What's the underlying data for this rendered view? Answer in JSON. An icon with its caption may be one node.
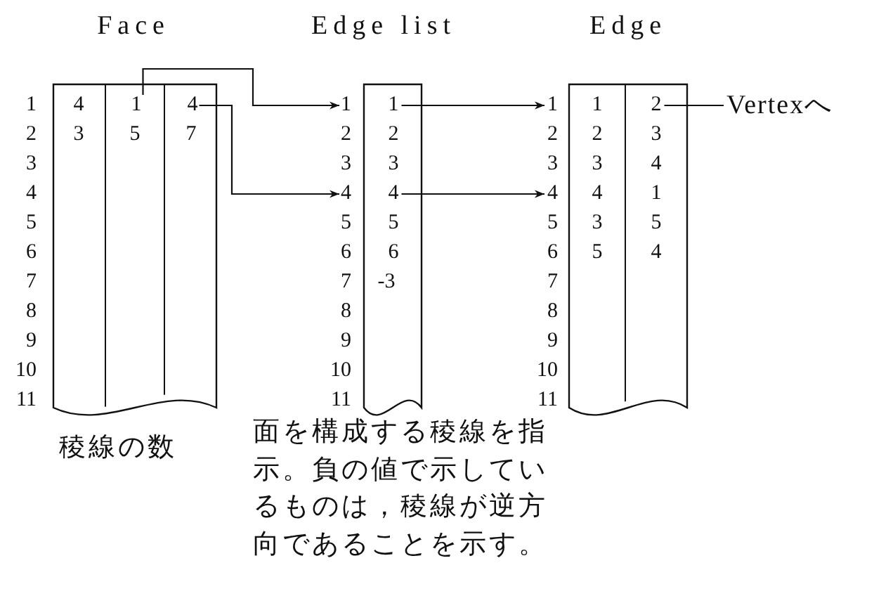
{
  "diagram": {
    "nodes": [
      {
        "text": [
          "Face"
        ],
        "beside": [
          "稜線の数"
        ]
      },
      {
        "text": [
          "1"
        ],
        "in": 0
      },
      {
        "text": [
          "4"
        ],
        "in": 0
      },
      {
        "text": [
          "Edge list"
        ],
        "beside": [
          "面を構成する稜線を指示。負の値で示しているものは，稜線が逆方向であることを示す。"
        ]
      },
      {
        "text": [
          "1"
        ]
      },
      {
        "text": [
          "4"
        ]
      },
      {
        "text": [
          "1"
        ],
        "in": 3
      },
      {
        "text": [
          "4"
        ],
        "in": 3
      },
      {
        "text": [
          "Edge"
        ]
      },
      {
        "text": [
          "1"
        ]
      },
      {
        "text": [
          "4"
        ]
      },
      {
        "text": [
          "2"
        ],
        "in": 8
      },
      {
        "text": [
          "Vertexへ"
        ]
      }
    ],
    "edges": [
      {
        "from": 1,
        "to": 4,
        "arrow": "to"
      },
      {
        "from": 2,
        "to": 5,
        "arrow": "to"
      },
      {
        "from": 6,
        "to": 9,
        "arrow": "to"
      },
      {
        "from": 7,
        "to": 10,
        "arrow": "to"
      },
      {
        "from": 11,
        "to": 12,
        "arrow": "none"
      }
    ],
    "labels": [
      "1",
      "2",
      "3",
      "4",
      "5",
      "6",
      "7",
      "8",
      "9",
      "10",
      "11",
      "4",
      "3",
      "5",
      "7",
      "2",
      "3",
      "5",
      "6",
      "7",
      "8",
      "9",
      "10",
      "11",
      "2",
      "3",
      "5",
      "6",
      "-3",
      "2",
      "3",
      "5",
      "6",
      "7",
      "8",
      "9",
      "10",
      "11",
      "1",
      "2",
      "3",
      "3",
      "4",
      "4",
      "1",
      "3",
      "5",
      "5",
      "4"
    ]
  }
}
